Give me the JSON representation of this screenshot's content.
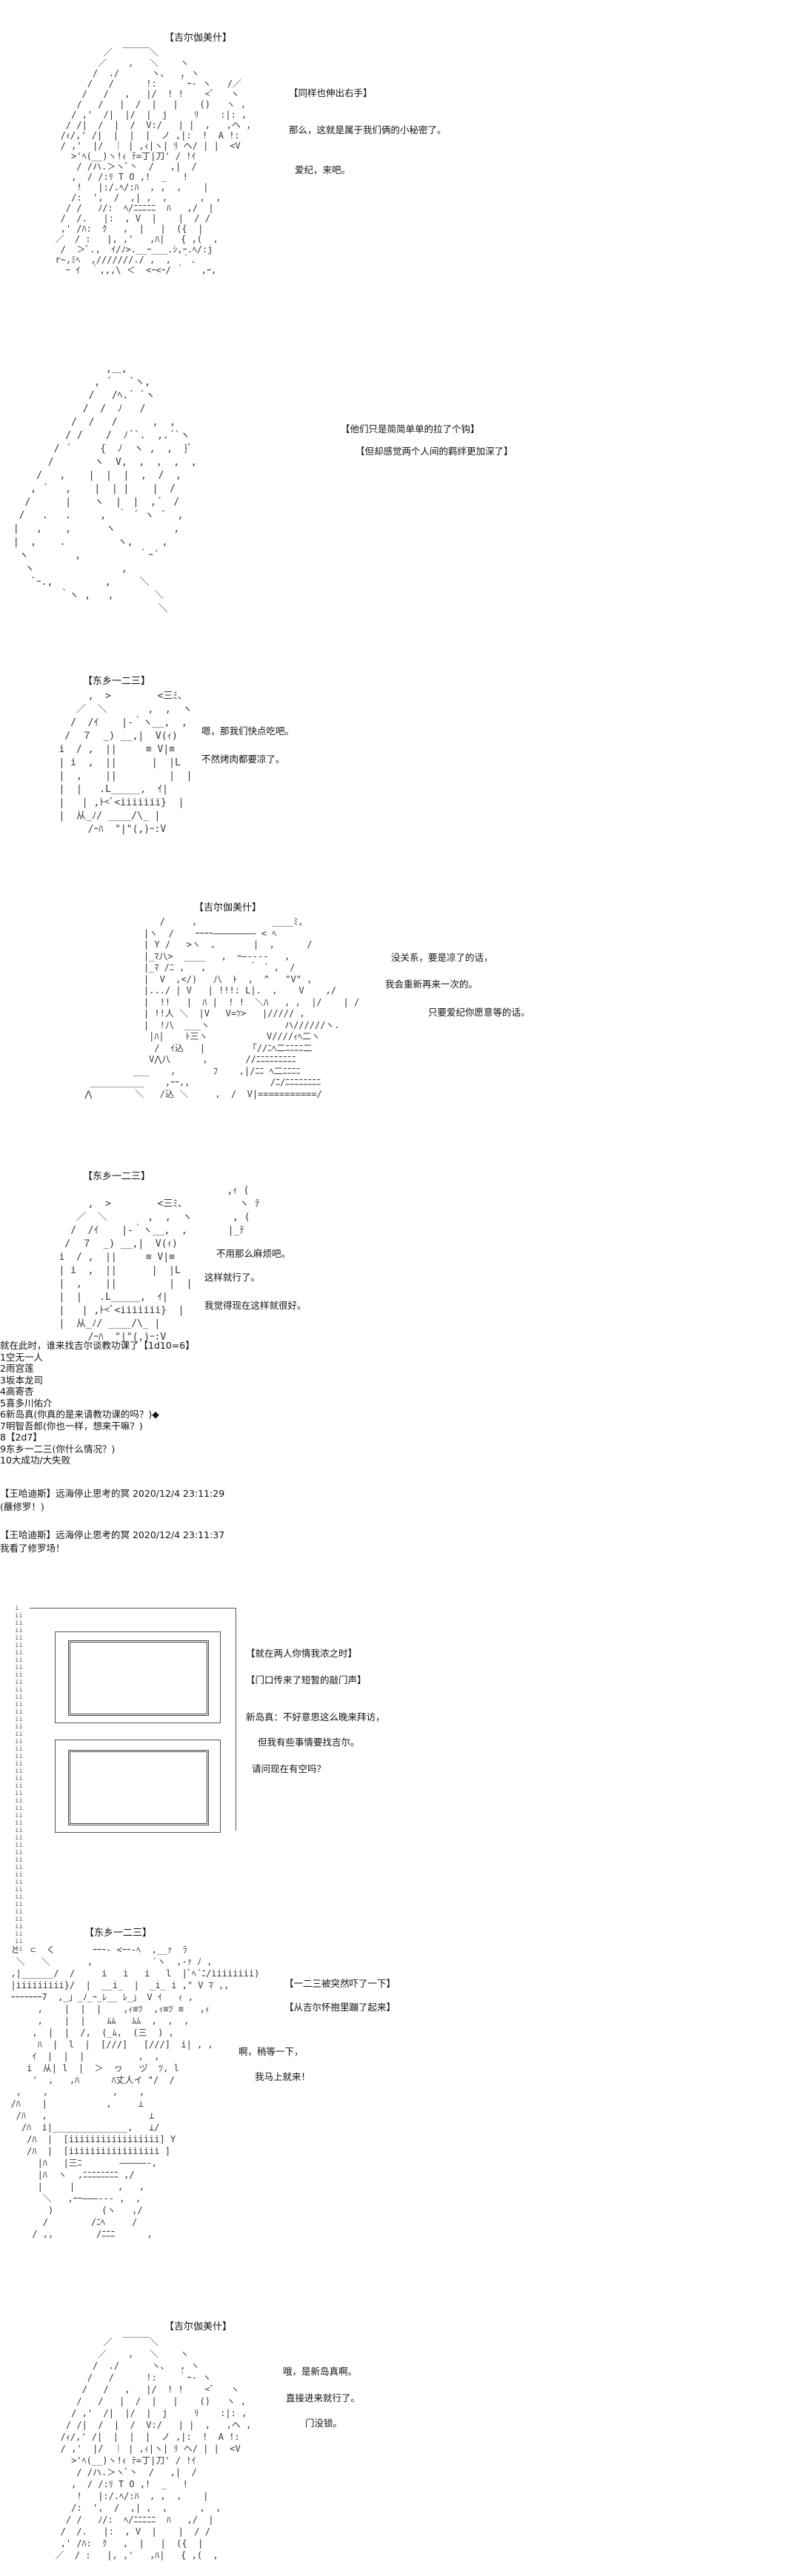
{
  "panels": {
    "p1": {
      "speaker": "【吉尔伽美什】",
      "lines": [
        "【同样也伸出右手】",
        "那么，这就是属于我们俩的小秘密了。",
        "爱纪，来吧。"
      ],
      "art": "           ／  ￣￣￣＼\n          ／    ,   ＼    ヽ\n         /  ./      ヽ、  , ヽ\n        /   /      !:    ｀ｰ- ヽ   /／\n       /   /   ,   |/  ! !    <ﾞ   ヽ\n      /   /   |  /  |   |    ()   ヽ ,\n     / ,'  /|  |/  |  j     ﾘ    :|: ,\n    / /|  /  |  /  V:/   | |  ,   ,ヘ ,\n   /ｨ/,' /|  |  |  |  ノ ,|:  !  A !:\n   / ,'  |/  ｜ | ,ｨ|ヽ| ﾘ ヘ/ | |  <V\n     >'ﾍ(__)ヽ!ｨ ﾃ=丁|刀' / !ｲ\n      / /ハ.＞ヽﾞ丶  /   ,|  /\n     ,  / /:ﾘ T O ,!  _   !\n      !   |:/.ﾍ/:ﾊ  , ,  ,    |\n     /:  ',  /  ,| ,  ,      ,  ,\n    / /   ﾉ/:  ﾍ/ﾆﾆﾆﾆﾆ  ﾊ   ,/  |\n   /  /.   |:  , V  |    |  / /\n   ,' /ﾊ:  ｸ   ,  |   |  ({  |  \n  ／  / :   |, ,'   ,ﾊ|   { ,(  ,\n   /  ＞ﾞ.,  ｲ/ﾉ>.__ｰ___.ｼ,ｰ.ﾍ/:j\n  r~,ﾐﾍ  ,///////./ ,  ,  ｀.\n    ｰ ｲ  ｀,,,\\ ＜  <ｰ<ｰ/ ｀   ,ｰ,"
    },
    "p2": {
      "lines": [
        "【他们只是简简单单的拉了个钩】",
        "【但却感觉两个人间的羁绊更加深了】"
      ],
      "art": "                 ,＿,\n               , ´   `ヽ,\n              /   /ﾍ.´ `ヽ\n             /  /  ﾉ   /\n           /  /   /      ,  ,\n          / /    /  ﾉ´`.  ,.´`ヽ\n        / ´     {  ﾉ  ヽ ,  ,  }ﾞ\n       /       ヽ  V,  ,  ,  ,  ,\n     /   ,    |  |  |  ,  /  ,  \n    , ´   ,    |  | |    |  /   \n   /      |    ヽ  |  |  ,´  /\n  /   .   .     ,  ｀ ´ ヽ ´  ,\n |   ,    ,      ヽ          ,\n |  ,    .         ヽ,     , \n  ヽ        ,          ｀ｰ´ \n   ヽ               ,        \n    `ｰ.,         ,     ＼ \n         ｀ヽ ,   ,       ＼  \n                          ＼"
    },
    "p3": {
      "speaker": "【东乡一二三】",
      "lines": [
        "嗯，那我们快点吃吧。",
        "不然烤肉都要凉了。"
      ],
      "art": "        ,  >        <三ﾐ、\n      ／  ＼       ,  ,  ヽ\n     /  /ｲ    |-｀ヽ__,  ,\n    /  ７  _) __,|  V(ｨ)\n   i  / ,  ||     ≡ V|≡\n   | i  ,  ||      |  |L\n   |  ,    ||         |  |\n   |  |   .L_____,  ｲ|\n   |   | ,ﾄ<ﾞ<iiiiiii}  |\n   |  从_ﾉ/ ____/\\_ |\n        /ｰﾊ  \"|\"(,)ｰ:V"
    },
    "p4": {
      "speaker": "【吉尔伽美什】",
      "lines": [
        "没关系，要是凉了的话，",
        "我会重新再来一次的。",
        "只要爱纪你愿意等的话。"
      ],
      "art": "                /     ,              ____ﾐ,\n             |ヽ  /    ｰｰｰｰ―――――――― < ﾍ\n             | Y /   >ヽ  ､       |  ,      / \n             |_ﾏ八>  ____   ,  ｰ―-‐-‐   ,  \n             |_ﾏ /ﾆ ,   ,        ｀ ´ ,  /\n             |  V  ,</)   八  ﾄ  ,  ^   \"V\" ,\n             |.../ | V   | !!!: L|.  ,    V    ,/\n             |  !!   |  ﾊ |  ! !  ＼ﾊ   , ,  |/    | /\n             | !!人 ＼  |V   V=ﾂ>   |///// ,\n             |  !八  ___ヽ              ハ//////ヽ.\n              |ﾊ|    ﾄ三ヽ           V////ｨﾍ二ヽ\n               /  ｲ込   |        「//ﾆﾍ二ﾆﾆﾆﾆ二\n              V⋀八      ,       //ﾆﾆﾆﾆﾆﾆﾆﾆﾆ\n           ___    ,       ﾌ    ,|/ﾆﾆ ﾍ二ﾆﾆﾆﾆ\n   __________    ,ｰｰ,,               /ﾆ/ﾆﾆﾆﾆﾆﾆﾆﾆ\n  ⋀        ＼   /込 ＼     ,  /  V|===========/"
    },
    "p5": {
      "speaker": "【东乡一二三】",
      "lines": [
        "不用那么麻烦吧。",
        "这样就行了。",
        "我觉得现在这样就很好。"
      ],
      "art": "                                ,ｨ (\n        ,  >        <三ﾐ、         ヽ ﾃ\n      ／  ＼       ,  ,  ヽ       , (\n     /  /ｲ    |-｀ヽ__,  ,       |_ﾃ\n    /  ７  _) __,|  V(ｨ)\n   i  / ,  ||     ≡ V|≡\n   | i  ,  ||      |  |L\n   |  ,    ||         |  |\n   |  |   .L_____,  ｲ|\n   |   | ,ﾄ<ﾞ<iiiiiii}  |\n   |  从_ﾉ/ ____/\\_ |\n        /ｰﾊ  \"|\"(,)ｰ:V"
    },
    "rolls": {
      "header": "就在此时，谁来找吉尔谈教功课了【1d10=6】",
      "items": [
        "1空无一人",
        "2雨宫莲",
        "3坂本龙司",
        "4高寄杏",
        "5喜多川佑介",
        "6新岛真(你真的是来请教功课的吗？)◆",
        "7明智吾郎(你也一样，想来干嘛？)",
        "8【2d7】",
        "9东乡一二三(你什么情况？)",
        "10大成功/大失败"
      ]
    },
    "comments": [
      {
        "meta": "【王哈迪斯】远海停止思考的冥 2020/12/4 23:11:29",
        "text": "(蘸修罗！)"
      },
      {
        "meta": "【王哈迪斯】远海停止思考的冥 2020/12/4 23:11:37",
        "text": "我看了修罗场！"
      }
    ],
    "p6": {
      "lines": [
        "【就在两人你情我浓之时】",
        "【门口传来了短暂的敲门声】",
        "新岛真：不好意思这么晚来拜访，",
        "但我有些事情要找吉尔。",
        "请问现在有空吗？"
      ]
    },
    "p7": {
      "speaker": "【东乡一二三】",
      "lines": [
        "【一二三被突然吓了一下】",
        "【从吉尔怀抱里蹦了起来】",
        "啊，稍等一下，",
        "我马上就来！"
      ],
      "art": "  と  ⊂  く       ｰｰｰ- <ｰｰ-ﾍ  ,__ｧ  ﾗ\n   ＼   ＼       ,           ´ヽ  ,-ｧ ﾉ ,\n  ,|______/  /     i   i   i   l  |ﾞﾍ´ﾆ/iiiiiiii)\n  |iiiiiiiii}/  |  __i_  |  _i_ i ,\" V ﾏ ,,\n  ｰｰｰｰｰｰｰ7  ,_」_ﾉ_ｰ_ﾚ__ ﾚ_」 V ｲ   ｨ ,\n       ,    |  |  |    ,ｨ≡ﾂ  ,ｨ≡ﾂ ≡   ,ｨ\n       ,    |  |    ﾑﾑ   ﾑﾑ  ,  ,  ,\n      ,  |  |  /,  (_ﾑ,  (三  ) ,\n       ﾊ  |  l  |  [///]   [///]  i| , ,\n      ｲ  |  |  |          ,  ,\n     i  从| l  |  ＞  ヮ   ヅ  ﾂ, l\n      '  ,   ,ﾊ      ﾊ丈人イ \"/  /\n   ,    ,            ,    ,\n  /ﾊ    |           ,     ⊥\n   /ﾊ   ,                   ⊥\n    /ﾊ  i|______________,   ⊥/\n     /ﾊ  |  [iiiiiiiiiiiiiiiii] Y\n     /ﾊ  |  [iiiiiiiiiiiiiiiii ]\n       |ﾊ   |三ﾆ       ―――――-,  \n       |ﾊ  ヽ  ,ﾆﾆﾆﾆﾆﾆﾆﾆ ,/\n       |     |        ,   ,  \n        ＼   ,ｰｰ―――‐-‐ ,  ,\n         )         (ヽ   ,/\n        /        /ﾆﾍ     /\n      / ,,        /ﾆﾆﾆ      ,"
    },
    "p8": {
      "speaker": "【吉尔伽美什】",
      "lines": [
        "哦，是新岛真啊。",
        "直接进来就行了。",
        "门没锁。"
      ],
      "art": "           ／  ￣￣￣＼\n          ／    ,   ＼    ヽ\n         /  ./      ヽ、  , ヽ\n        /   /      !:    ｀ｰ- ヽ\n       /   /   ,   |/  ! !    <ﾞ   ヽ\n      /   /   |  /  |   |    ()   ヽ ,\n     / ,'  /|  |/  |  j     ﾘ    :|: ,\n    / /|  /  |  /  V:/   | |  ,   ,ヘ ,\n   /ｨ/,' /|  |  |  |  ノ ,|:  !  A !:\n   / ,'  |/  ｜ | ,ｨ|ヽ| ﾘ ヘ/ | |  <V\n     >'ﾍ(__)ヽ!ｨ ﾃ=丁|刀' / !ｲ\n      / /ハ.＞ヽﾞ丶  /   ,|  /\n     ,  / /:ﾘ T O ,!  _   !\n      !   |:/.ﾍ/:ﾊ  , ,  ,    |\n     /:  ',  /  ,| ,  ,      ,  ,\n    / /   ﾉ/:  ﾍ/ﾆﾆﾆﾆﾆ  ﾊ   ,/  |\n   /  /.   |:  , V  |    |  / /\n   ,' /ﾊ:  ｸ   ,  |   |  ({  |\n  ／  / :   |, ,'   ,ﾊ|   { ,(  ,"
    }
  }
}
